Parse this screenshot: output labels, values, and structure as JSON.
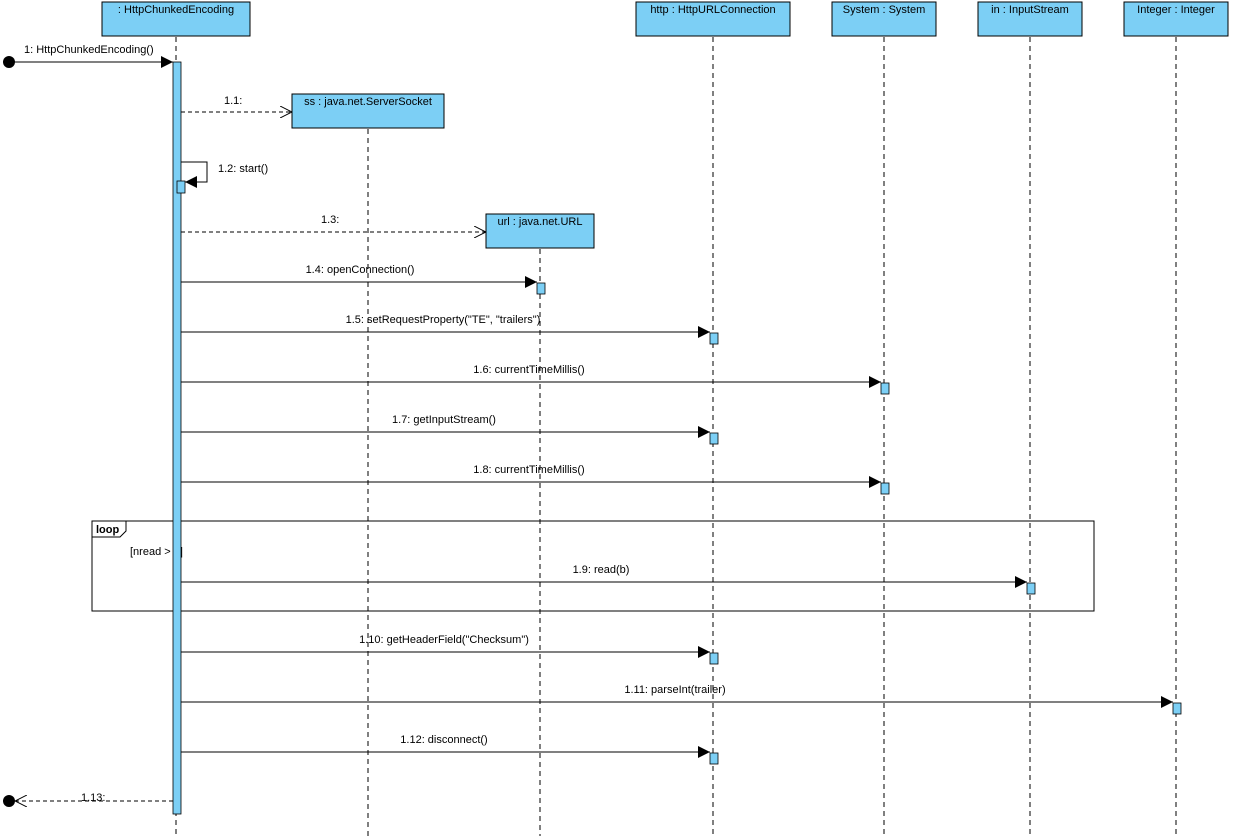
{
  "diagram": {
    "lifelines": [
      {
        "id": "hce",
        "label": ": HttpChunkedEncoding"
      },
      {
        "id": "ss",
        "label": "ss : java.net.ServerSocket"
      },
      {
        "id": "url",
        "label": "url : java.net.URL"
      },
      {
        "id": "http",
        "label": "http : HttpURLConnection"
      },
      {
        "id": "system",
        "label": "System : System"
      },
      {
        "id": "in",
        "label": "in : InputStream"
      },
      {
        "id": "integer",
        "label": "Integer : Integer"
      }
    ],
    "messages": [
      {
        "id": "m1",
        "label": "1: HttpChunkedEncoding()"
      },
      {
        "id": "m1_1",
        "label": "1.1:"
      },
      {
        "id": "m1_2",
        "label": "1.2: start()"
      },
      {
        "id": "m1_3",
        "label": "1.3:"
      },
      {
        "id": "m1_4",
        "label": "1.4: openConnection()"
      },
      {
        "id": "m1_5",
        "label": "1.5: setRequestProperty(\"TE\", \"trailers\")"
      },
      {
        "id": "m1_6",
        "label": "1.6: currentTimeMillis()"
      },
      {
        "id": "m1_7",
        "label": "1.7: getInputStream()"
      },
      {
        "id": "m1_8",
        "label": "1.8: currentTimeMillis()"
      },
      {
        "id": "m1_9",
        "label": "1.9: read(b)"
      },
      {
        "id": "m1_10",
        "label": "1.10: getHeaderField(\"Checksum\")"
      },
      {
        "id": "m1_11",
        "label": "1.11: parseInt(trailer)"
      },
      {
        "id": "m1_12",
        "label": "1.12: disconnect()"
      },
      {
        "id": "m1_13",
        "label": "1.13:"
      }
    ],
    "fragment": {
      "operator": "loop",
      "guard": "[nread > 0]"
    },
    "colors": {
      "object_fill": "#7ccff5",
      "line": "#000000"
    }
  }
}
